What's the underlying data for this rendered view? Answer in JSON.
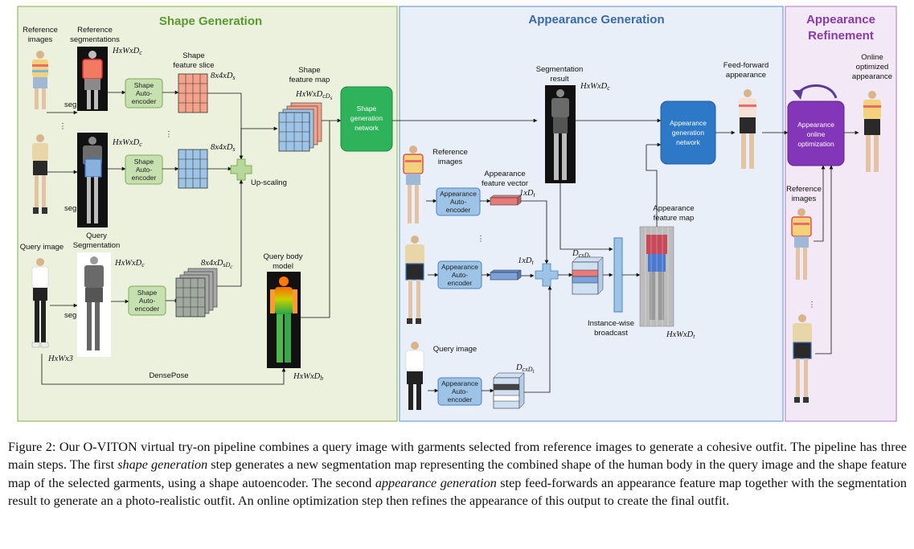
{
  "sections": {
    "shape": "Shape Generation",
    "appearance": "Appearance Generation",
    "refinement_line1": "Appearance",
    "refinement_line2": "Refinement"
  },
  "labels": {
    "ref_images": [
      "Reference",
      "images"
    ],
    "ref_segs": [
      "Reference",
      "segmentations"
    ],
    "seg": "seg",
    "query_image": "Query image",
    "query_seg": [
      "Query",
      "Segmentation"
    ],
    "shape_feature_slice": [
      "Shape",
      "feature slice"
    ],
    "shape_feature_map": [
      "Shape",
      "feature map"
    ],
    "up_scaling": "Up-scaling",
    "query_body_model": [
      "Query body",
      "model"
    ],
    "densepose": "DensePose",
    "shape_autoencoder": [
      "Shape",
      "Auto-",
      "encoder"
    ],
    "shape_gen_network": [
      "Shape",
      "generation",
      "network"
    ],
    "segmentation_result": [
      "Segmentation",
      "result"
    ],
    "app_ref_images": [
      "Reference",
      "images"
    ],
    "appearance_feature_vector": [
      "Appearance",
      "feature vector"
    ],
    "appearance_autoencoder": [
      "Appearance",
      "Auto-",
      "encoder"
    ],
    "app_query_image": "Query image",
    "appearance_feature_map": [
      "Appearance",
      "feature map"
    ],
    "instance_broadcast": [
      "Instance-wise",
      "broadcast"
    ],
    "appearance_gen_network": [
      "Appearance",
      "generation",
      "network"
    ],
    "feed_forward": [
      "Feed-forward",
      "appearance"
    ],
    "online_opt": [
      "Appearance",
      "online",
      "optimization"
    ],
    "online_optimized": [
      "Online",
      "optimized",
      "appearance"
    ],
    "refine_ref_images": [
      "Reference",
      "images"
    ]
  },
  "math": {
    "hwdc": "HxWxD",
    "hwdc_sub": "c",
    "slice_dim": "8x4xD",
    "slice_sub": "s",
    "fmap_dim": "HxWxD",
    "fmap_sub": "cD",
    "fmap_sub2": "s",
    "query_fdim": "8x4xD",
    "query_fdim_sub": "sD",
    "query_fdim_sub2": "c",
    "hwx3": "HxWx3",
    "hwdb": "HxWxD",
    "hwdb_sub": "b",
    "vec": "1xD",
    "vec_sub": "t",
    "dcdt": "D",
    "dcdt_mid": "cxD",
    "dcdt_sub": "t",
    "hwdt": "HxWxD",
    "hwdt_sub": "t"
  },
  "colors": {
    "shape_bg": "#ebf1dd",
    "appearance_bg": "#e8eff9",
    "refinement_bg": "#f3e8f6",
    "shape_title": "#5a9a2c",
    "appearance_title": "#3a6aa8",
    "refinement_title": "#8a3aa8",
    "green_box": "#c6e0b0",
    "blue_box": "#9dc3e6",
    "dark_blue": "#2e78c8",
    "purple": "#8436b8",
    "shape_net": "#2eb35a"
  },
  "caption": {
    "part1": "Figure 2: Our O-VITON virtual try-on pipeline combines a query image with garments selected from reference images to generate a cohesive outfit. The pipeline has three main steps. The first ",
    "em1": "shape generation",
    "part2": " step generates a new segmentation map representing the combined shape of the human body in the query image and the shape feature map of the selected garments, using a shape autoencoder. The second ",
    "em2": "appearance generation",
    "part3": " step feed-forwards an appearance feature map together with the segmentation result to generate an a photo-realistic outfit. An online optimization step then refines the appearance of this output to create the final outfit."
  }
}
